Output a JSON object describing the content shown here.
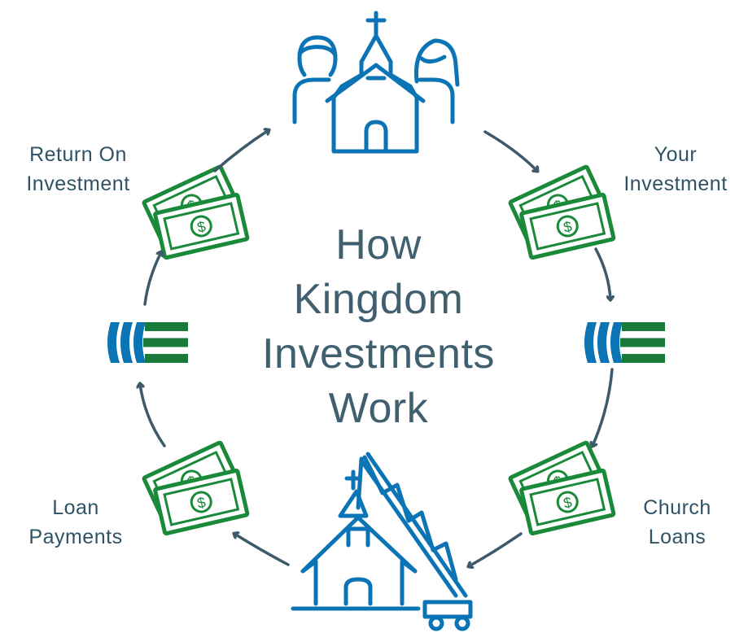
{
  "title": [
    "How",
    "Kingdom",
    "Investments",
    "Work"
  ],
  "labels": {
    "return_on_investment": [
      "Return On",
      "Investment"
    ],
    "your_investment": [
      "Your",
      "Investment"
    ],
    "church_loans": [
      "Church",
      "Loans"
    ],
    "loan_payments": [
      "Loan",
      "Payments"
    ]
  },
  "colors": {
    "icon_blue": "#0b74b5",
    "money_green": "#1a8a3a",
    "arrow": "#3d5a6a",
    "text": "#2e5366"
  },
  "icons": [
    "congregation-church-icon",
    "money-icon",
    "logo-icon",
    "church-construction-crane-icon"
  ]
}
